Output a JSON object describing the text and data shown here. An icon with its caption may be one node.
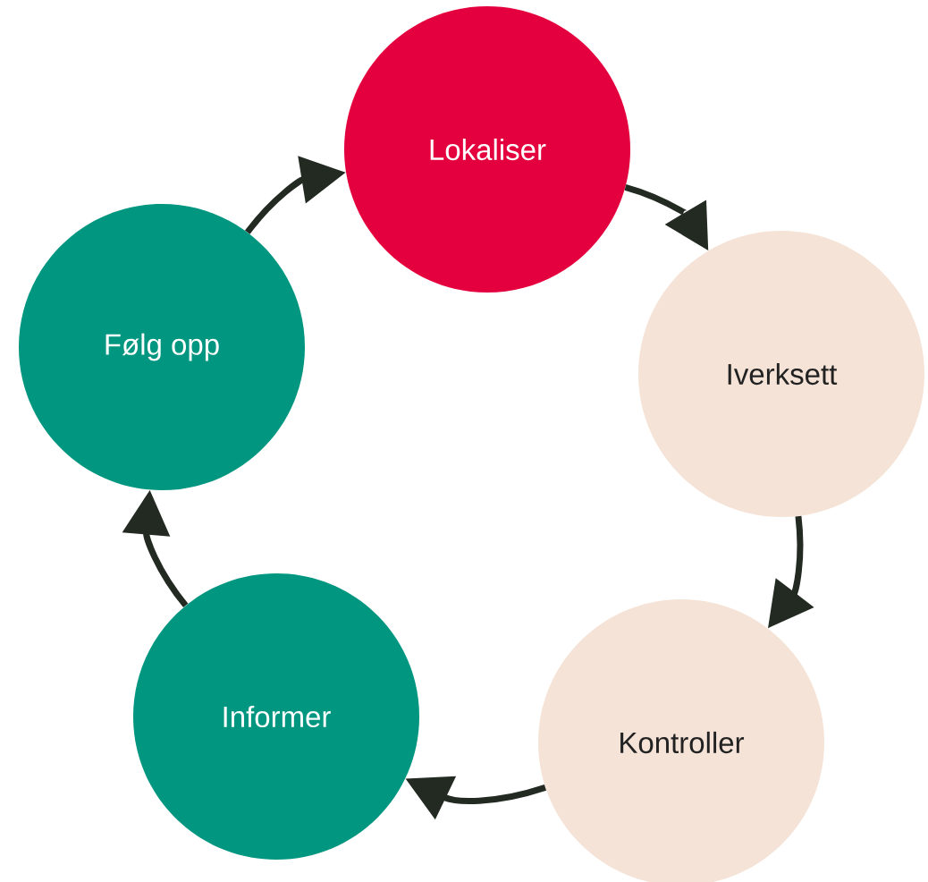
{
  "diagram": {
    "nodes": [
      {
        "text": [
          "Lokaliser"
        ]
      },
      {
        "text": [
          "Iverksett"
        ]
      },
      {
        "text": [
          "Kontroller"
        ]
      },
      {
        "text": [
          "Informer"
        ]
      },
      {
        "text": [
          "Følg opp"
        ]
      }
    ],
    "edges": [
      {
        "from": 0,
        "to": 1,
        "arrow": "to"
      },
      {
        "from": 1,
        "to": 2,
        "arrow": "to"
      },
      {
        "from": 2,
        "to": 3,
        "arrow": "to"
      },
      {
        "from": 3,
        "to": 4,
        "arrow": "to"
      },
      {
        "from": 4,
        "to": 0,
        "arrow": "to"
      }
    ]
  }
}
